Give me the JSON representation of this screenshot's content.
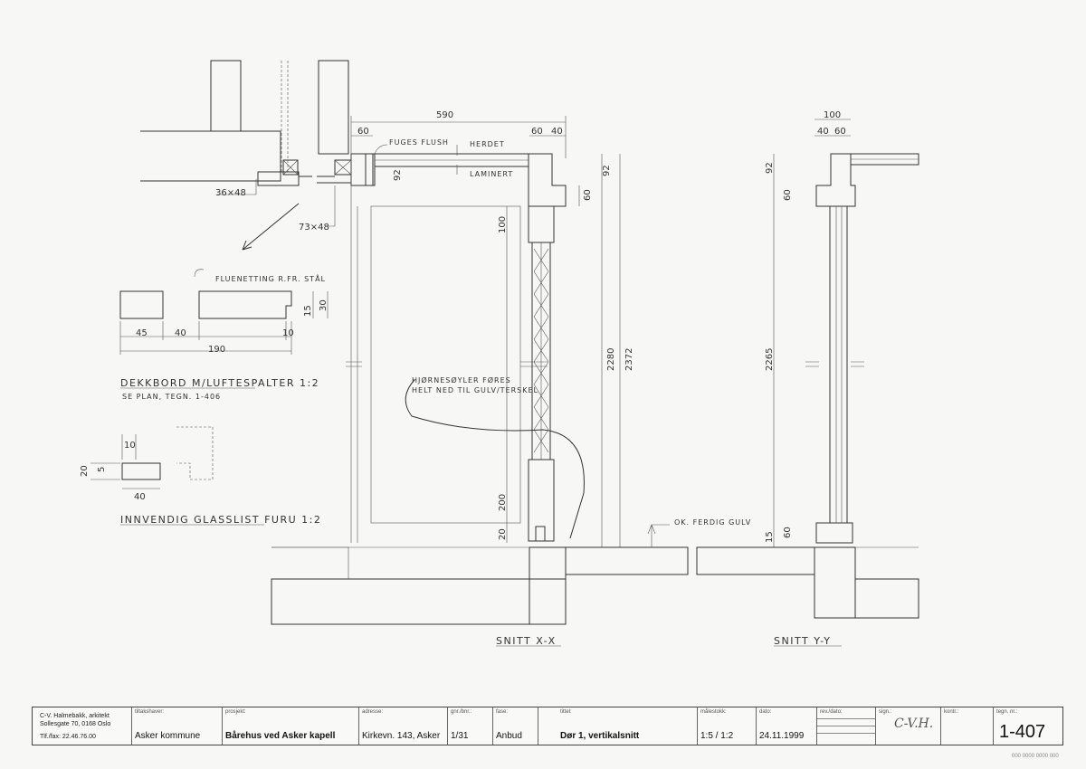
{
  "drawing": {
    "dims": {
      "d590": "590",
      "d60a": "60",
      "d60b": "60",
      "d40a": "40",
      "d92a": "92",
      "d92b": "92",
      "d60c": "60",
      "d100": "100",
      "d2280": "2280",
      "d2372": "2372",
      "d200": "200",
      "d20a": "20",
      "r100": "100",
      "r40": "40",
      "r60": "60",
      "r92": "92",
      "r60b": "60",
      "r2265": "2265",
      "r15": "15",
      "r60c": "60",
      "k45": "45",
      "k40": "40",
      "k190": "190",
      "k10": "10",
      "k15": "15",
      "k30": "30",
      "g10": "10",
      "g20": "20",
      "g5": "5",
      "g40": "40",
      "m36x48": "36×48",
      "m73x48": "73×48"
    },
    "notes": {
      "fuges": "FUGES FLUSH",
      "herdet": "HERDET",
      "laminert": "LAMINERT",
      "fluenetting": "FLUENETTING R.FR. STÅL",
      "hjorne1": "HJØRNESØYLER FØRES",
      "hjorne2": "HELT NED TIL GULV/TERSKEL",
      "ferdig_gulv": "OK. FERDIG GULV"
    },
    "titles": {
      "dekkbord": "DEKKBORD M/LUFTESPALTER  1:2",
      "se_plan": "SE PLAN, TEGN. 1-406",
      "glasslist": "INNVENDIG GLASSLIST FURU  1:2",
      "snitt_x": "SNITT X-X",
      "snitt_y": "SNITT Y-Y"
    }
  },
  "titleblock": {
    "firm_name": "C-V. Halmebakk, arkitekt",
    "firm_address": "Sollesgate 70, 0168 Oslo",
    "firm_phone": "Tlf./fax: 22.46.76.00",
    "tiltakshaver_label": "tiltakshaver:",
    "tiltakshaver": "Asker kommune",
    "prosjekt_label": "prosjekt:",
    "prosjekt": "Bårehus ved Asker kapell",
    "adresse_label": "adresse:",
    "adresse": "Kirkevn. 143, Asker",
    "gnr_label": "gnr./bnr.:",
    "gnr": "1/31",
    "fase_label": "fase:",
    "fase": "Anbud",
    "tittel_label": "tittel:",
    "tittel": "Dør 1, vertikalsnitt",
    "malestokk_label": "målestokk:",
    "malestokk": "1:5 / 1:2",
    "dato_label": "dato:",
    "dato": "24.11.1999",
    "rev_label": "rev./dato:",
    "sign_label": "sign.:",
    "sign": "C-V.H.",
    "kontr_label": "kontr.:",
    "tegn_label": "tegn. nr.:",
    "tegn": "1-407"
  },
  "stamp": "000 0000 0000 000"
}
